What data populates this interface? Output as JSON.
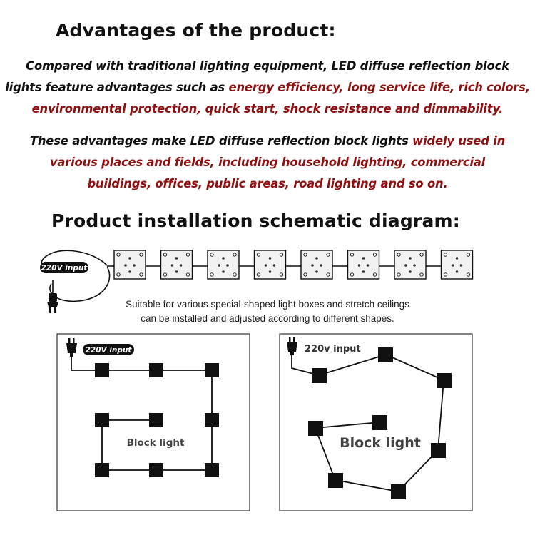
{
  "heading_advantages": "Advantages of the product:",
  "paragraph1": {
    "line1": "Compared with traditional lighting equipment, LED diffuse reflection block",
    "line2_plain": "lights feature advantages such as ",
    "line2_red": "energy efficiency, long service life, rich colors,",
    "line3_red": "environmental protection, quick start, shock resistance and dimmability."
  },
  "paragraph2": {
    "line1_plain": "These advantages make LED diffuse reflection block lights ",
    "line1_red": "widely used in",
    "line2_red": "various places and fields, including household lighting, commercial",
    "line3_red": "buildings, offices, public areas, road lighting and so on."
  },
  "heading_schematic": "Product installation schematic diagram:",
  "chain": {
    "input_label": "220V input",
    "module_count": 8
  },
  "note": {
    "line1": "Suitable for various special-shaped light boxes and stretch ceilings",
    "line2": "can be installed and adjusted according to different shapes."
  },
  "diagram_left": {
    "input_label": "220V input",
    "block_label": "Block light"
  },
  "diagram_right": {
    "input_label": "220v input",
    "block_label": "Block light"
  },
  "colors": {
    "accent_red": "#8e1111",
    "text": "#111111",
    "module_fill": "#f2f2f2"
  }
}
